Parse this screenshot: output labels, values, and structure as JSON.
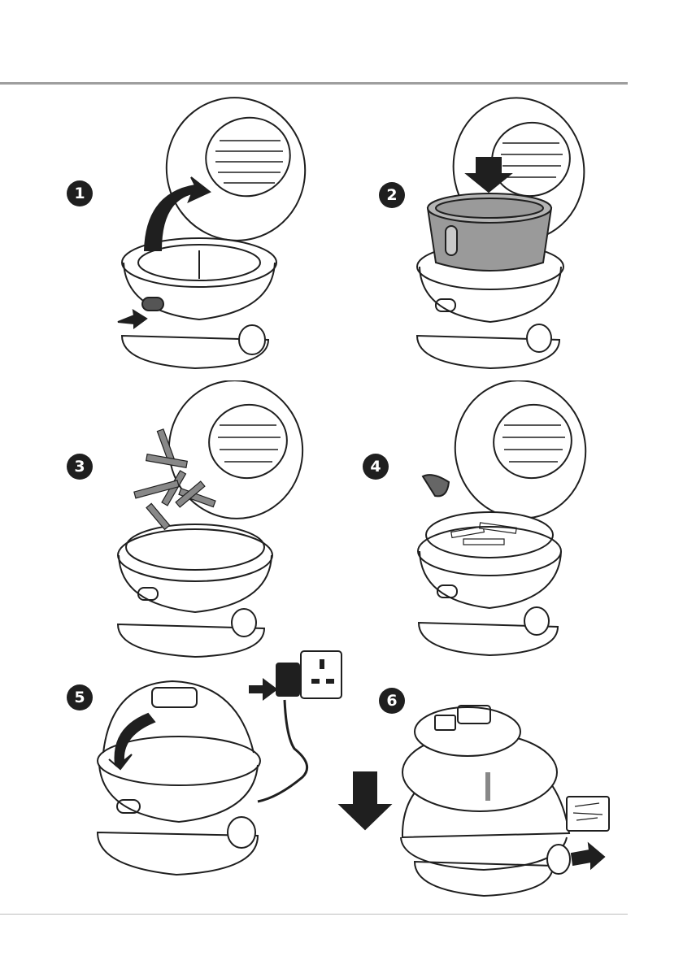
{
  "steps": [
    {
      "number": "1",
      "icons": [
        "lid-open-arrow-icon",
        "release-button-arrow-icon"
      ]
    },
    {
      "number": "2",
      "icons": [
        "insert-bowl-arrow-icon"
      ]
    },
    {
      "number": "3",
      "icons": [
        "fries-icon"
      ]
    },
    {
      "number": "4",
      "icons": [
        "spoon-icon"
      ]
    },
    {
      "number": "5",
      "icons": [
        "plug-arrow-icon",
        "wall-socket-icon",
        "lid-close-arrow-icon"
      ]
    },
    {
      "number": "6",
      "icons": [
        "down-arrow-icon",
        "fries-tray-icon",
        "pull-knob-arrow-icon"
      ]
    }
  ],
  "colors": {
    "ink": "#1f1f1f",
    "bowl": "#9a9a9a",
    "rule": "#9e9e9e"
  }
}
